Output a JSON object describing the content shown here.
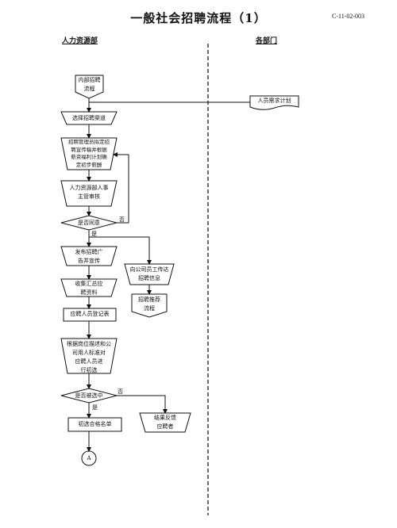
{
  "header": {
    "title": "一般社会招聘流程（1）",
    "code": "C-11-02-003"
  },
  "lanes": {
    "left": "人力资源部",
    "right": "各部门"
  },
  "nodes": {
    "internal_flow": "内部招聘\n流程",
    "needs_plan": "人员需求计划",
    "select_channel": "选择招聘渠道",
    "draft_materials": "招聘管理员拟定招\n聘宣传稿并根据\n薪资福利计划确\n定初步薪酬",
    "hr_review": "人力资源部人事\n主管审核",
    "agree": "是否同意",
    "publish_ads": "发布招聘广\n告并宣传",
    "employee_notify": "向公司员工传达\n招聘信息",
    "collect_apps": "收集汇总应\n聘资料",
    "referral_flow": "招聘推荐\n流程",
    "registration_form": "应聘人员登记表",
    "preliminary_screen": "根据岗位描述和公\n司用人标准对\n应聘人员进\n行初选",
    "selected": "是否被选中",
    "shortlist": "初选合格名单",
    "feedback": "结果反馈\n应聘者",
    "connector_a": "A"
  },
  "edge_labels": {
    "agree_no": "否",
    "agree_yes": "是",
    "selected_no": "否",
    "selected_yes": "是"
  }
}
